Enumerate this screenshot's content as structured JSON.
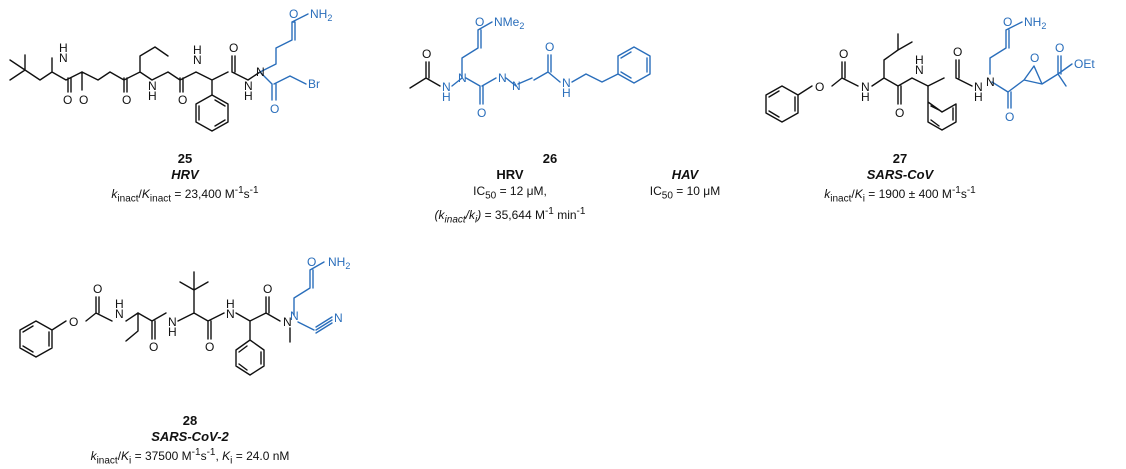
{
  "compounds": [
    {
      "number": "25",
      "virus": "HRV",
      "activity_html": "<i>k</i><sub>inact</sub>/<i>K</i><sub>inact</sub> = 23,400 M<sup>-1</sup>s<sup>-1</sup>",
      "atoms": {
        "nh_a": "N",
        "h_a": "H",
        "o_carbamate": "O",
        "o_a": "O",
        "o_b": "O",
        "nh_b": "N",
        "h_b": "H",
        "nh_c": "N",
        "h_c": "H",
        "o_c": "O",
        "n_hydrazide": "N",
        "h_hydrazide": "H",
        "n_aza": "N",
        "amide": "NH",
        "amide_sub": "2",
        "o_amide": "O",
        "o_acyl": "O",
        "halide": "Br"
      }
    },
    {
      "number": "26",
      "virus_lines": [
        {
          "virus": "HRV",
          "activity_html": "IC<sub>50</sub> = 12 μM,",
          "activity2_html": "<i>(k<sub>inact</sub>/k<sub>i</sub>)</i> = 35,644 M<sup>-1</sup> min<sup>-1</sup>"
        },
        {
          "virus": "HAV",
          "activity_html": "IC<sub>50</sub> = 10 μM"
        }
      ],
      "atoms": {
        "o_acetyl": "O",
        "n1": "N",
        "h1": "H",
        "n2": "N",
        "o_mid": "O",
        "n3": "N",
        "n4": "N",
        "o_urea": "O",
        "n5": "N",
        "h5": "H",
        "o_amide": "O",
        "amide": "NMe",
        "amide_sub": "2"
      }
    },
    {
      "number": "27",
      "virus": "SARS-CoV",
      "activity_html": "<i>k</i><sub>inact</sub>/<i>K</i><sub>i</sub> = 1900 ± 400 M<sup>-1</sup>s<sup>-1</sup>",
      "atoms": {
        "o_ether": "O",
        "o_carb": "O",
        "n1": "N",
        "h1": "H",
        "o1": "O",
        "n2": "N",
        "h2": "H",
        "o2": "O",
        "n3": "N",
        "h3": "H",
        "n_aza": "N",
        "o_amide": "O",
        "amide": "NH",
        "amide_sub": "2",
        "o_acyl": "O",
        "o_epoxide": "O",
        "o_ester": "O",
        "ester": "OEt"
      }
    },
    {
      "number": "28",
      "virus": "SARS-CoV-2",
      "activity_html": "<i>k</i><sub>inact</sub>/<i>K</i><sub>i</sub> = 37500 M<sup>-1</sup>s<sup>-1</sup>, <i>K</i><sub>i</sub> = 24.0 nM",
      "atoms": {
        "o_ether": "O",
        "o_carb": "O",
        "n1": "N",
        "h1": "H",
        "o1": "O",
        "n2": "N",
        "h2": "H",
        "o2": "O",
        "n3": "N",
        "h3": "H",
        "o3": "O",
        "n_me": "N",
        "n_aza": "N",
        "o_amide": "O",
        "amide": "NH",
        "amide_sub": "2",
        "nitrile_n": "N"
      }
    }
  ],
  "colors": {
    "warhead": "#2a6ebb",
    "structure": "#111111"
  }
}
